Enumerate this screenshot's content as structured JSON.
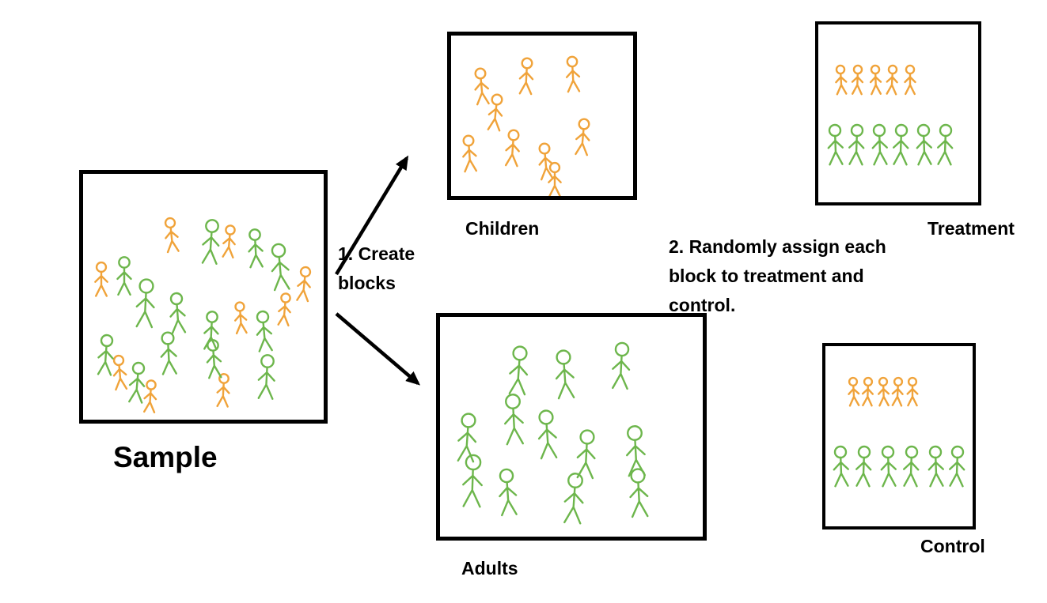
{
  "labels": {
    "sample": "Sample",
    "children": "Children",
    "adults": "Adults",
    "treatment": "Treatment",
    "control": "Control",
    "step1": "1. Create blocks",
    "step2": "2. Randomly assign each block to treatment and control."
  },
  "colors": {
    "child": "#F0A33A",
    "adult": "#6DB64C",
    "ink": "#000000"
  },
  "arrows": [
    [
      425,
      347,
      514,
      200
    ],
    [
      425,
      397,
      528,
      485
    ]
  ],
  "figure_groups": [
    {
      "name": "sample-children",
      "color": "child",
      "figures": [
        [
          215,
          282,
          0.85,
          -6
        ],
        [
          291,
          291,
          0.8,
          5
        ],
        [
          128,
          338,
          0.85,
          0
        ],
        [
          386,
          344,
          0.85,
          6
        ],
        [
          303,
          388,
          0.78,
          -4
        ],
        [
          361,
          377,
          0.8,
          5
        ],
        [
          150,
          456,
          0.85,
          -5
        ],
        [
          191,
          487,
          0.8,
          4
        ],
        [
          283,
          479,
          0.82,
          3
        ]
      ]
    },
    {
      "name": "sample-adults",
      "color": "adult",
      "figures": [
        [
          268,
          286,
          1.1,
          4
        ],
        [
          322,
          297,
          0.95,
          -3
        ],
        [
          157,
          332,
          0.95,
          0
        ],
        [
          352,
          317,
          1.15,
          -5
        ],
        [
          185,
          362,
          1.2,
          3
        ],
        [
          223,
          378,
          1.0,
          -4
        ],
        [
          268,
          401,
          0.95,
          3
        ],
        [
          332,
          401,
          1.0,
          -5
        ],
        [
          135,
          431,
          1.0,
          4
        ],
        [
          212,
          428,
          1.05,
          -3
        ],
        [
          175,
          466,
          1.0,
          5
        ],
        [
          269,
          437,
          0.95,
          -4
        ],
        [
          338,
          457,
          1.1,
          3
        ]
      ]
    },
    {
      "name": "children-block",
      "color": "child",
      "figures": [
        [
          607,
          93,
          0.9,
          -5
        ],
        [
          666,
          80,
          0.9,
          3
        ],
        [
          723,
          78,
          0.88,
          -3
        ],
        [
          628,
          126,
          0.9,
          6
        ],
        [
          592,
          178,
          0.9,
          -4
        ],
        [
          649,
          171,
          0.9,
          4
        ],
        [
          688,
          188,
          0.9,
          -5
        ],
        [
          738,
          157,
          0.9,
          5
        ],
        [
          701,
          212,
          0.85,
          0
        ]
      ]
    },
    {
      "name": "adults-block",
      "color": "adult",
      "figures": [
        [
          657,
          447,
          1.2,
          4
        ],
        [
          712,
          452,
          1.2,
          -4
        ],
        [
          786,
          442,
          1.15,
          3
        ],
        [
          648,
          508,
          1.25,
          -3
        ],
        [
          592,
          532,
          1.2,
          4
        ],
        [
          690,
          528,
          1.2,
          -4
        ],
        [
          742,
          553,
          1.2,
          3
        ],
        [
          802,
          548,
          1.25,
          -3
        ],
        [
          598,
          585,
          1.3,
          2
        ],
        [
          640,
          602,
          1.15,
          -4
        ],
        [
          727,
          608,
          1.25,
          4
        ],
        [
          806,
          602,
          1.2,
          -3
        ]
      ]
    },
    {
      "name": "treatment-children-row",
      "color": "child",
      "figures": [
        [
          1062,
          88,
          0.72,
          -3
        ],
        [
          1084,
          88,
          0.72,
          2
        ],
        [
          1106,
          88,
          0.72,
          -2
        ],
        [
          1128,
          88,
          0.72,
          3
        ],
        [
          1150,
          88,
          0.72,
          0
        ]
      ]
    },
    {
      "name": "treatment-adults-row",
      "color": "adult",
      "figures": [
        [
          1055,
          165,
          1.0,
          -2
        ],
        [
          1083,
          165,
          1.0,
          2
        ],
        [
          1111,
          165,
          1.0,
          -2
        ],
        [
          1139,
          165,
          1.0,
          2
        ],
        [
          1167,
          165,
          1.0,
          -2
        ],
        [
          1195,
          165,
          1.0,
          2
        ]
      ]
    },
    {
      "name": "control-children-row",
      "color": "child",
      "figures": [
        [
          1078,
          483,
          0.7,
          -3
        ],
        [
          1097,
          483,
          0.7,
          2
        ],
        [
          1116,
          483,
          0.7,
          -2
        ],
        [
          1135,
          483,
          0.7,
          3
        ],
        [
          1153,
          483,
          0.7,
          0
        ]
      ]
    },
    {
      "name": "control-adults-row",
      "color": "adult",
      "figures": [
        [
          1062,
          572,
          1.0,
          -2
        ],
        [
          1092,
          572,
          1.0,
          2
        ],
        [
          1122,
          572,
          1.0,
          -2
        ],
        [
          1152,
          572,
          1.0,
          2
        ],
        [
          1182,
          572,
          1.0,
          -2
        ],
        [
          1210,
          572,
          1.0,
          2
        ]
      ]
    }
  ]
}
